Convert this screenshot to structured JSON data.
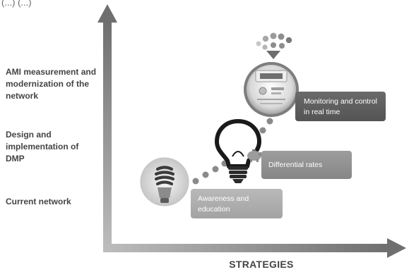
{
  "header": {
    "cut_text": "(...) (...)"
  },
  "y_axis": {
    "levels": [
      {
        "text": "AMI measurement and modernization of the network"
      },
      {
        "text": "Design and implementation of DMP"
      },
      {
        "text": "Current network"
      }
    ]
  },
  "x_axis": {
    "label": "STRATEGIES"
  },
  "steps": [
    {
      "label": "Awareness and education"
    },
    {
      "label": "Differential rates"
    },
    {
      "label": "Monitoring and control in real time"
    }
  ],
  "icons": {
    "step1": "cfl-bulb-icon",
    "step2": "lightbulb-icon",
    "step3": "smart-meter-icon",
    "extra": "piggy-bank-icon"
  },
  "colors": {
    "axis": "#9a9a9a",
    "dots": "#8a8a8a",
    "callout_dark": "#5e5e5e"
  }
}
